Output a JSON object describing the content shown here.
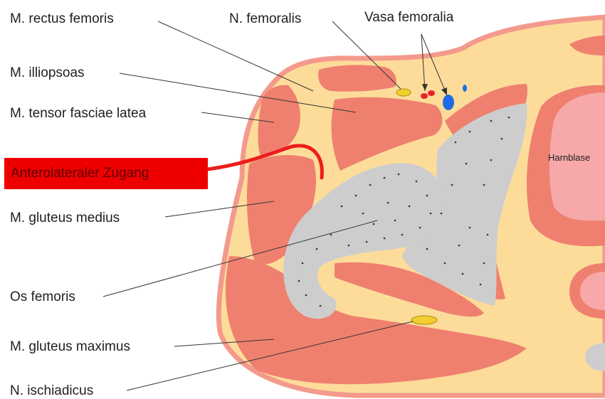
{
  "labels": {
    "rectus_femoris": "M. rectus femoris",
    "illiopsoas": "M. illiopsoas",
    "tensor_fasciae_latea": "M. tensor fasciae latea",
    "anterolateral_approach": "Anterolateraler Zugang",
    "gluteus_medius": "M. gluteus medius",
    "os_femoris": "Os femoris",
    "gluteus_maximus": "M. gluteus maximus",
    "ischiadicus": "N. ischiadicus",
    "femoralis": "N. femoralis",
    "vasa_femoralia": "Vasa femoralia",
    "harnblase": "Harnblase"
  },
  "colors": {
    "fat": "#fddc9a",
    "skin": "#f39a8c",
    "muscle": "#ef8070",
    "bone": "#cdcdcd",
    "bladder": "#f7a9a9",
    "nerve": "#f2cf2e",
    "artery": "#e8212a",
    "vein": "#1f6be3",
    "approach": "#ee1c1c"
  }
}
